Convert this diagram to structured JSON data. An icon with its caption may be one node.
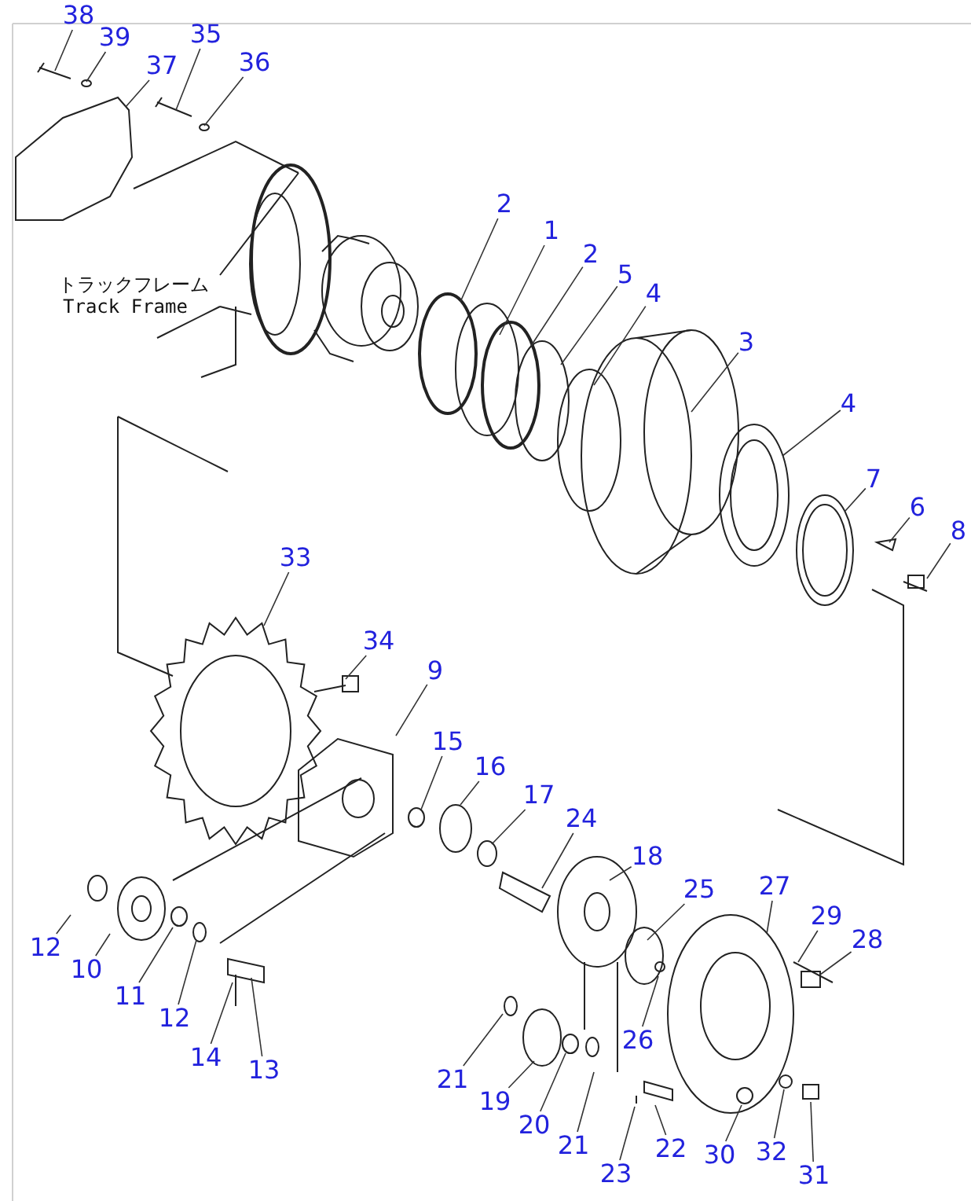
{
  "diagram": {
    "nodes": [
      {
        "text": [
          "38"
        ]
      },
      {
        "text": [
          "39"
        ]
      },
      {
        "text": [
          "35"
        ]
      },
      {
        "text": [
          "37"
        ]
      },
      {
        "text": [
          "36"
        ]
      },
      {
        "text": [
          "2"
        ]
      },
      {
        "text": [
          "1"
        ]
      },
      {
        "text": [
          "2"
        ]
      },
      {
        "text": [
          "5"
        ]
      },
      {
        "text": [
          "4"
        ]
      },
      {
        "text": [
          "3"
        ]
      },
      {
        "text": [
          "4"
        ]
      },
      {
        "text": [
          "7"
        ]
      },
      {
        "text": [
          "6"
        ]
      },
      {
        "text": [
          "8"
        ]
      },
      {
        "text": [
          "33"
        ]
      },
      {
        "text": [
          "34"
        ]
      },
      {
        "text": [
          "9"
        ]
      },
      {
        "text": [
          "15"
        ]
      },
      {
        "text": [
          "16"
        ]
      },
      {
        "text": [
          "17"
        ]
      },
      {
        "text": [
          "24"
        ]
      },
      {
        "text": [
          "18"
        ]
      },
      {
        "text": [
          "27"
        ]
      },
      {
        "text": [
          "25"
        ]
      },
      {
        "text": [
          "29"
        ]
      },
      {
        "text": [
          "28"
        ]
      },
      {
        "text": [
          "12"
        ]
      },
      {
        "text": [
          "10"
        ]
      },
      {
        "text": [
          "11"
        ]
      },
      {
        "text": [
          "12"
        ]
      },
      {
        "text": [
          "26"
        ]
      },
      {
        "text": [
          "14"
        ]
      },
      {
        "text": [
          "13"
        ]
      },
      {
        "text": [
          "21"
        ]
      },
      {
        "text": [
          "19"
        ]
      },
      {
        "text": [
          "20"
        ]
      },
      {
        "text": [
          "21"
        ]
      },
      {
        "text": [
          "22"
        ]
      },
      {
        "text": [
          "32"
        ]
      },
      {
        "text": [
          "30"
        ]
      },
      {
        "text": [
          "23"
        ]
      },
      {
        "text": [
          "31"
        ]
      }
    ],
    "edges": [
      {
        "from": 0,
        "to": null,
        "arrow": "none"
      },
      {
        "from": 1,
        "to": null,
        "arrow": "none"
      },
      {
        "from": 2,
        "to": null,
        "arrow": "none"
      },
      {
        "from": 3,
        "to": null,
        "arrow": "none"
      },
      {
        "from": 4,
        "to": null,
        "arrow": "none"
      },
      {
        "from": 5,
        "to": null,
        "arrow": "none"
      },
      {
        "from": 6,
        "to": null,
        "arrow": "none"
      },
      {
        "from": 7,
        "to": null,
        "arrow": "none"
      },
      {
        "from": 8,
        "to": null,
        "arrow": "none"
      },
      {
        "from": 9,
        "to": null,
        "arrow": "none"
      },
      {
        "from": 10,
        "to": null,
        "arrow": "none"
      },
      {
        "from": 11,
        "to": null,
        "arrow": "none"
      },
      {
        "from": 12,
        "to": null,
        "arrow": "none"
      },
      {
        "from": 13,
        "to": null,
        "arrow": "none"
      },
      {
        "from": 14,
        "to": null,
        "arrow": "none"
      },
      {
        "from": 15,
        "to": null,
        "arrow": "none"
      },
      {
        "from": 16,
        "to": null,
        "arrow": "none"
      },
      {
        "from": 17,
        "to": null,
        "arrow": "none"
      },
      {
        "from": 18,
        "to": null,
        "arrow": "none"
      },
      {
        "from": 19,
        "to": null,
        "arrow": "none"
      },
      {
        "from": 20,
        "to": null,
        "arrow": "none"
      },
      {
        "from": 21,
        "to": null,
        "arrow": "none"
      },
      {
        "from": 22,
        "to": null,
        "arrow": "none"
      },
      {
        "from": 23,
        "to": null,
        "arrow": "none"
      },
      {
        "from": 24,
        "to": null,
        "arrow": "none"
      },
      {
        "from": 25,
        "to": null,
        "arrow": "none"
      },
      {
        "from": 26,
        "to": null,
        "arrow": "none"
      },
      {
        "from": 27,
        "to": null,
        "arrow": "none"
      },
      {
        "from": 28,
        "to": null,
        "arrow": "none"
      },
      {
        "from": 29,
        "to": null,
        "arrow": "none"
      },
      {
        "from": 30,
        "to": null,
        "arrow": "none"
      },
      {
        "from": 31,
        "to": null,
        "arrow": "none"
      },
      {
        "from": 32,
        "to": null,
        "arrow": "none"
      },
      {
        "from": 33,
        "to": null,
        "arrow": "none"
      },
      {
        "from": 34,
        "to": null,
        "arrow": "none"
      },
      {
        "from": 35,
        "to": null,
        "arrow": "none"
      },
      {
        "from": 36,
        "to": null,
        "arrow": "none"
      },
      {
        "from": 37,
        "to": null,
        "arrow": "none"
      },
      {
        "from": 38,
        "to": null,
        "arrow": "none"
      },
      {
        "from": 39,
        "to": null,
        "arrow": "none"
      },
      {
        "from": 40,
        "to": null,
        "arrow": "none"
      },
      {
        "from": 41,
        "to": null,
        "arrow": "none"
      },
      {
        "from": 42,
        "to": null,
        "arrow": "none"
      }
    ],
    "labels": [
      "トラックフレーム",
      "Track Frame"
    ]
  }
}
